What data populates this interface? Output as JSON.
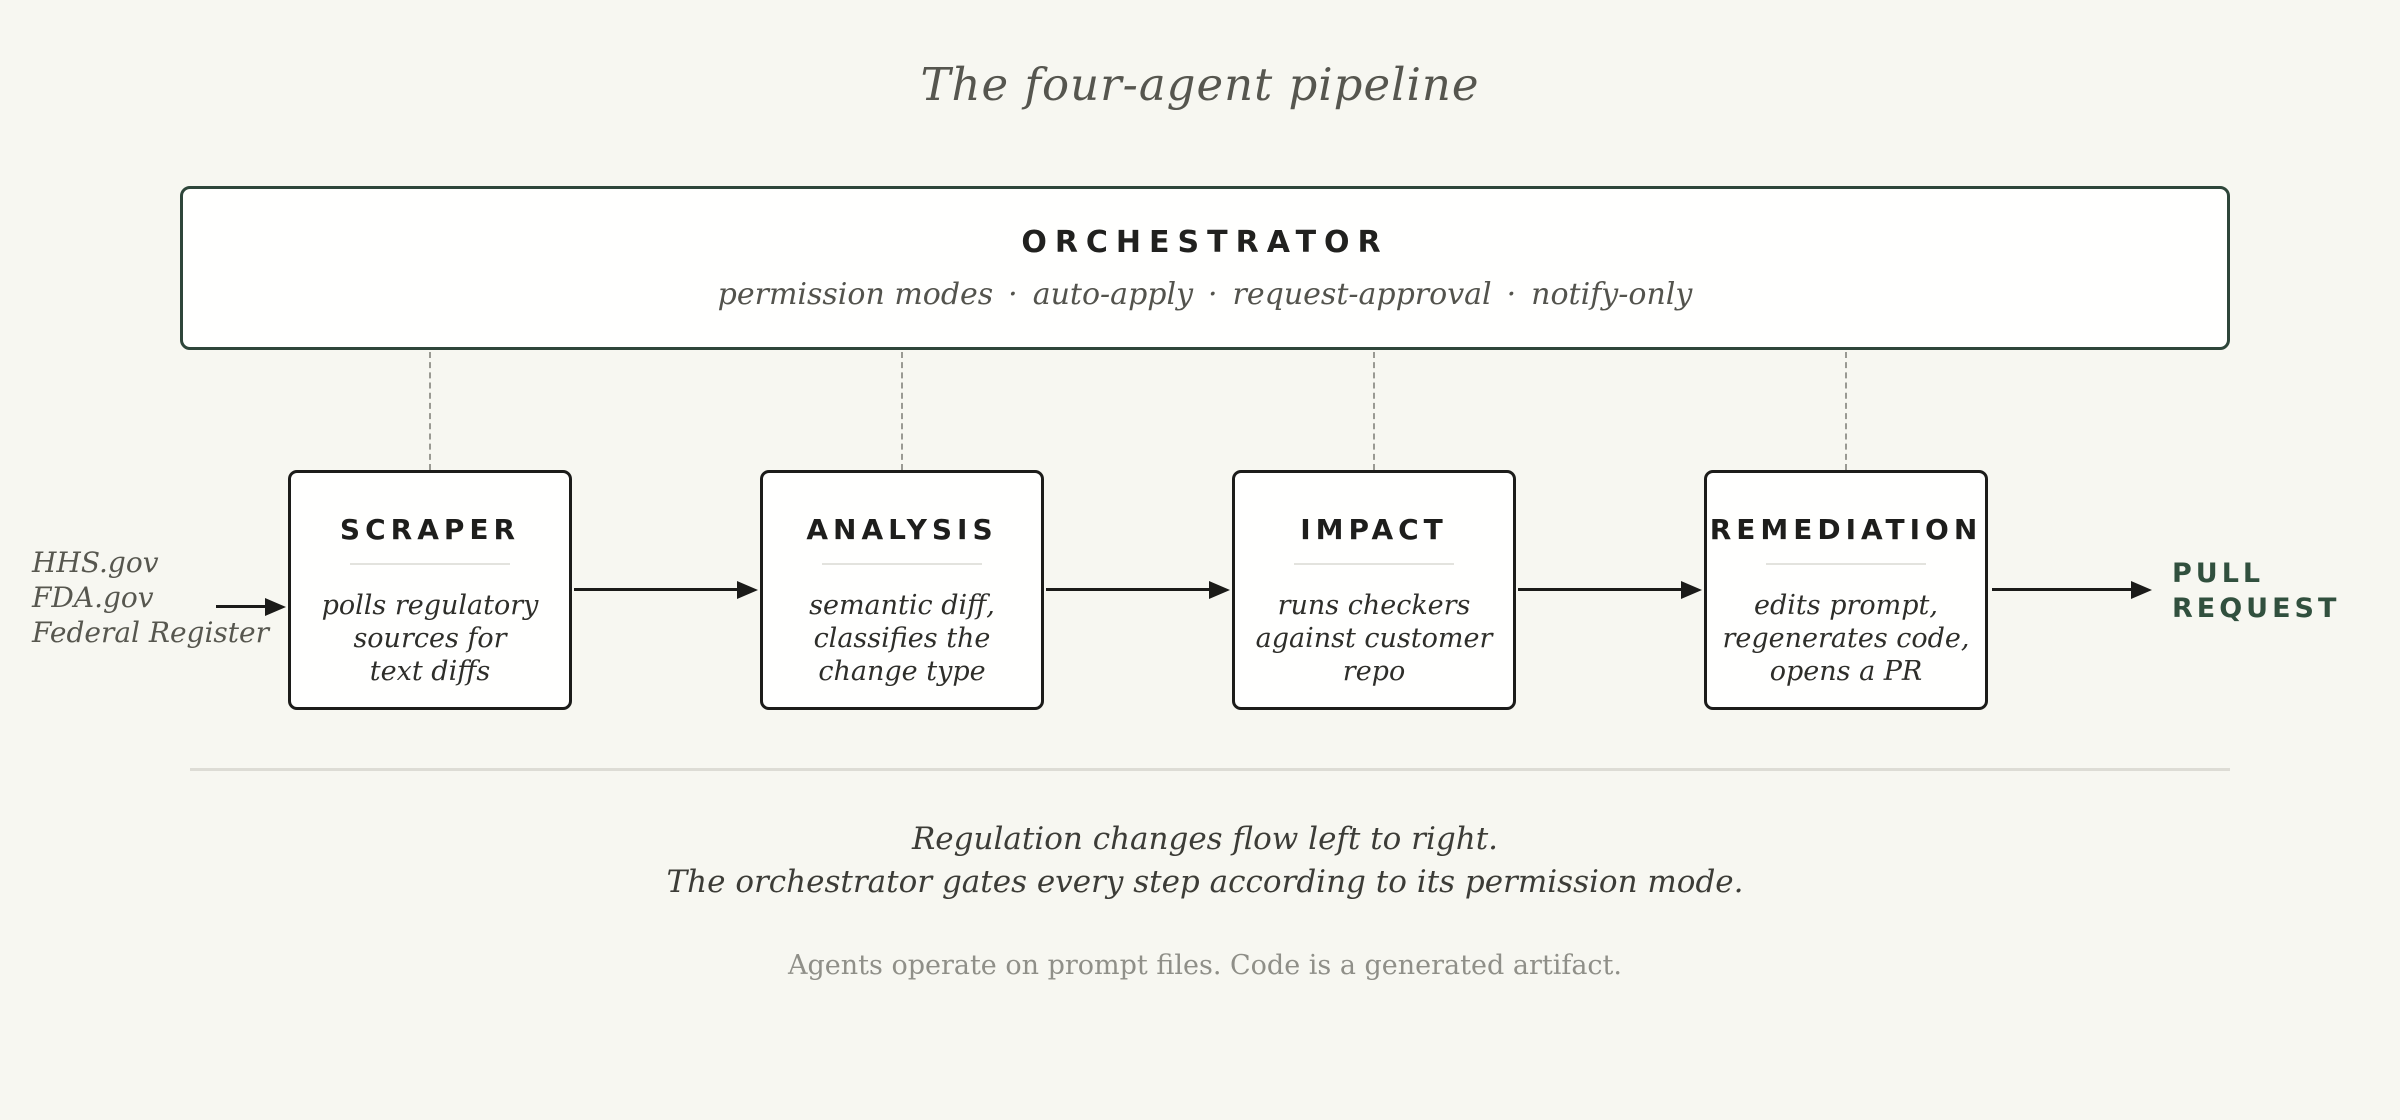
{
  "title": "The four-agent pipeline",
  "orchestrator": {
    "name": "ORCHESTRATOR",
    "modes": "permission modes · auto-apply · request-approval · notify-only"
  },
  "sources": [
    "HHS.gov",
    "FDA.gov",
    "Federal Register"
  ],
  "agents": [
    {
      "name": "SCRAPER",
      "lines": [
        "polls regulatory",
        "sources for",
        "text diffs"
      ]
    },
    {
      "name": "ANALYSIS",
      "lines": [
        "semantic diff,",
        "classifies the",
        "change type"
      ]
    },
    {
      "name": "IMPACT",
      "lines": [
        "runs checkers",
        "against customer",
        "repo"
      ]
    },
    {
      "name": "REMEDIATION",
      "lines": [
        "edits prompt,",
        "regenerates code,",
        "opens a PR"
      ]
    }
  ],
  "output": {
    "lines": [
      "PULL",
      "REQUEST"
    ]
  },
  "captions": {
    "line1": "Regulation changes flow left to right.",
    "line2": "The orchestrator gates every step according to its permission mode.",
    "note": "Agents operate on prompt files. Code is a generated artifact."
  },
  "colors": {
    "background": "#f7f7f1",
    "box_background": "#fffffe",
    "orchestrator_border": "#2e463a",
    "agent_border": "#1c1c1a",
    "accent_green": "#31503e",
    "arrow": "#1b1b19",
    "dashed_connector": "#9a9a93",
    "muted_text": "#55554f",
    "note_text": "#8f8f88",
    "divider": "#dddcd5"
  }
}
